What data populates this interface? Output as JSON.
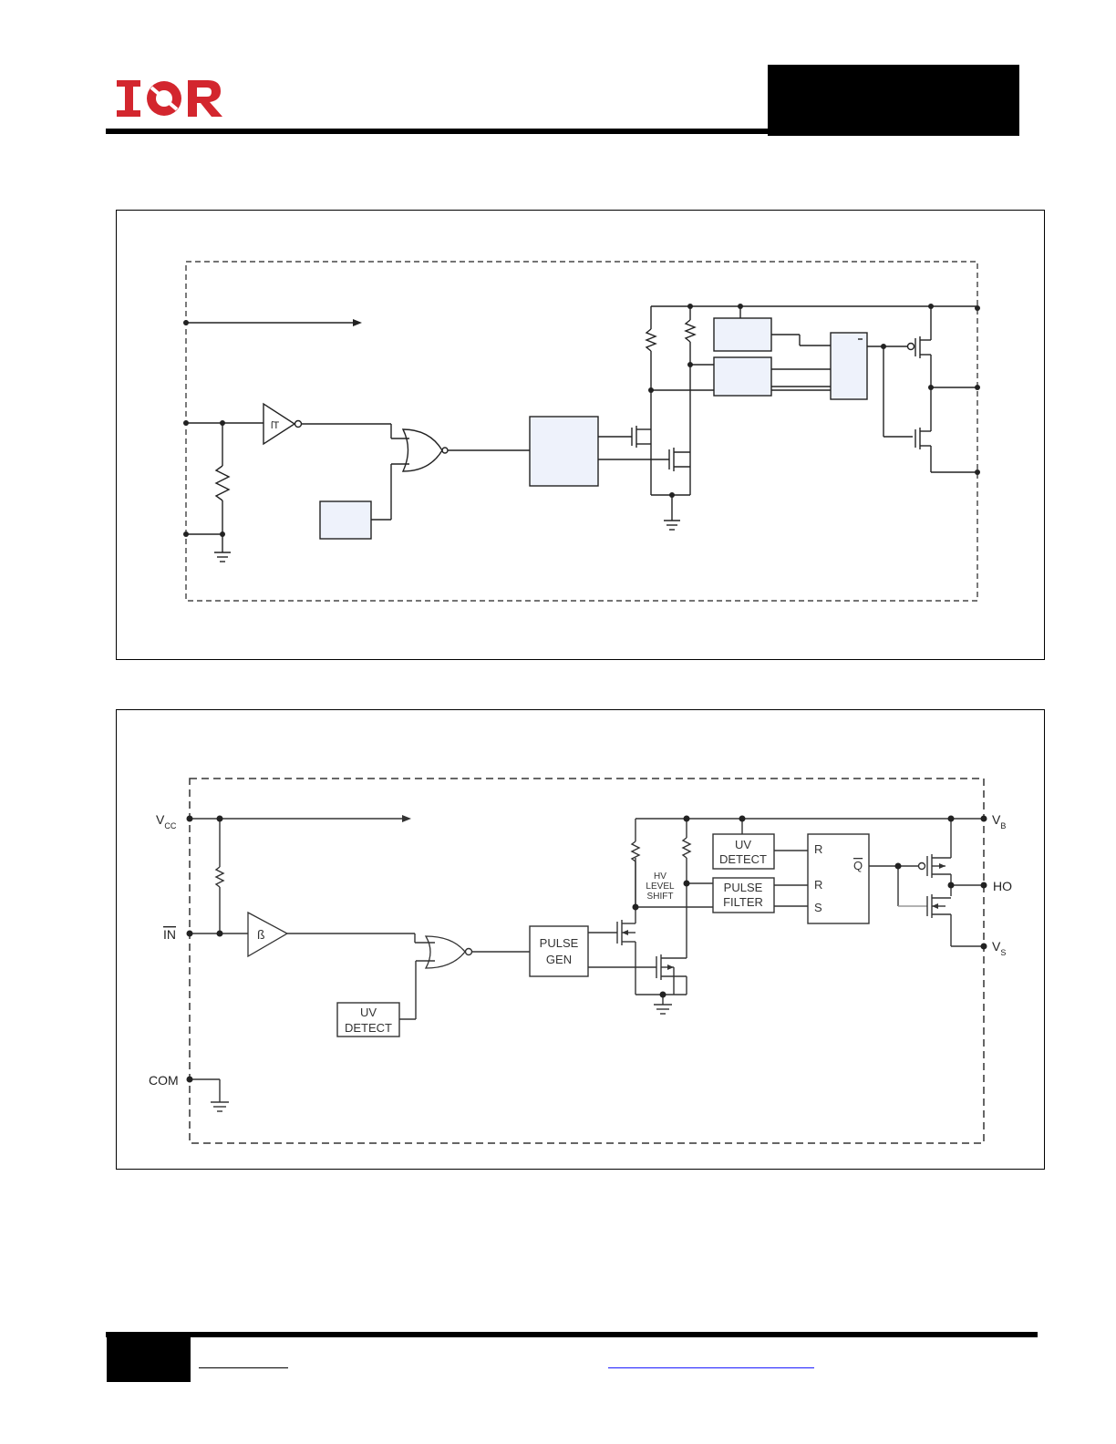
{
  "header": {
    "logo_text": "IOR"
  },
  "diagram2": {
    "pins": {
      "vcc_main": "V",
      "vcc_sub": "CC",
      "in": "IN",
      "com": "COM",
      "vb_main": "V",
      "vb_sub": "B",
      "ho": "HO",
      "vs_main": "V",
      "vs_sub": "S"
    },
    "blocks": {
      "uv_detect_low": [
        "UV",
        "DETECT"
      ],
      "pulse_gen": [
        "PULSE",
        "GEN"
      ],
      "uv_detect_high": [
        "UV",
        "DETECT"
      ],
      "pulse_filter": [
        "PULSE",
        "FILTER"
      ],
      "hv_level_shift": [
        "HV",
        "LEVEL",
        "SHIFT"
      ]
    },
    "latch": {
      "r1": "R",
      "r2": "R",
      "s": "S",
      "qbar": "Q"
    }
  },
  "colors": {
    "block_fill": "#eef2fb",
    "logo_red": "#d3262e"
  }
}
